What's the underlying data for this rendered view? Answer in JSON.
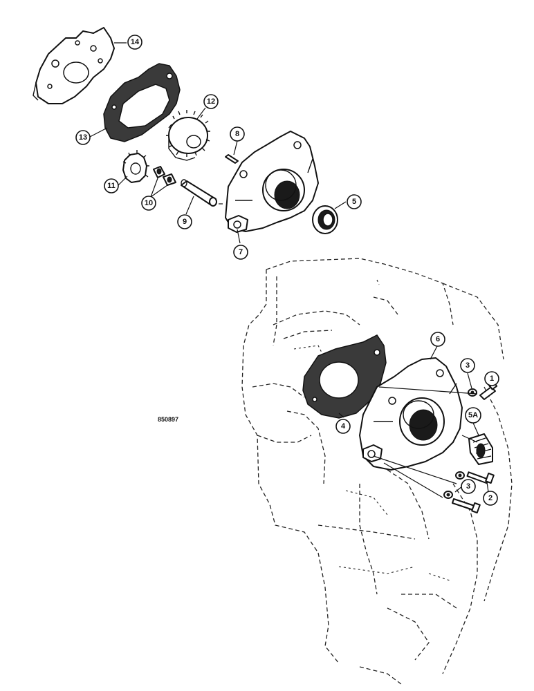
{
  "drawing_code": "850897",
  "callouts": [
    {
      "label": "14"
    },
    {
      "label": "13"
    },
    {
      "label": "12"
    },
    {
      "label": "11"
    },
    {
      "label": "10"
    },
    {
      "label": "9"
    },
    {
      "label": "8"
    },
    {
      "label": "7"
    },
    {
      "label": "5"
    },
    {
      "label": "6"
    },
    {
      "label": "3"
    },
    {
      "label": "1"
    },
    {
      "label": "5A"
    },
    {
      "label": "4"
    },
    {
      "label": "3"
    },
    {
      "label": "2"
    }
  ],
  "colors": {
    "line": "#111111",
    "gasket_fill": "#3a3a3a",
    "background": "#ffffff"
  }
}
